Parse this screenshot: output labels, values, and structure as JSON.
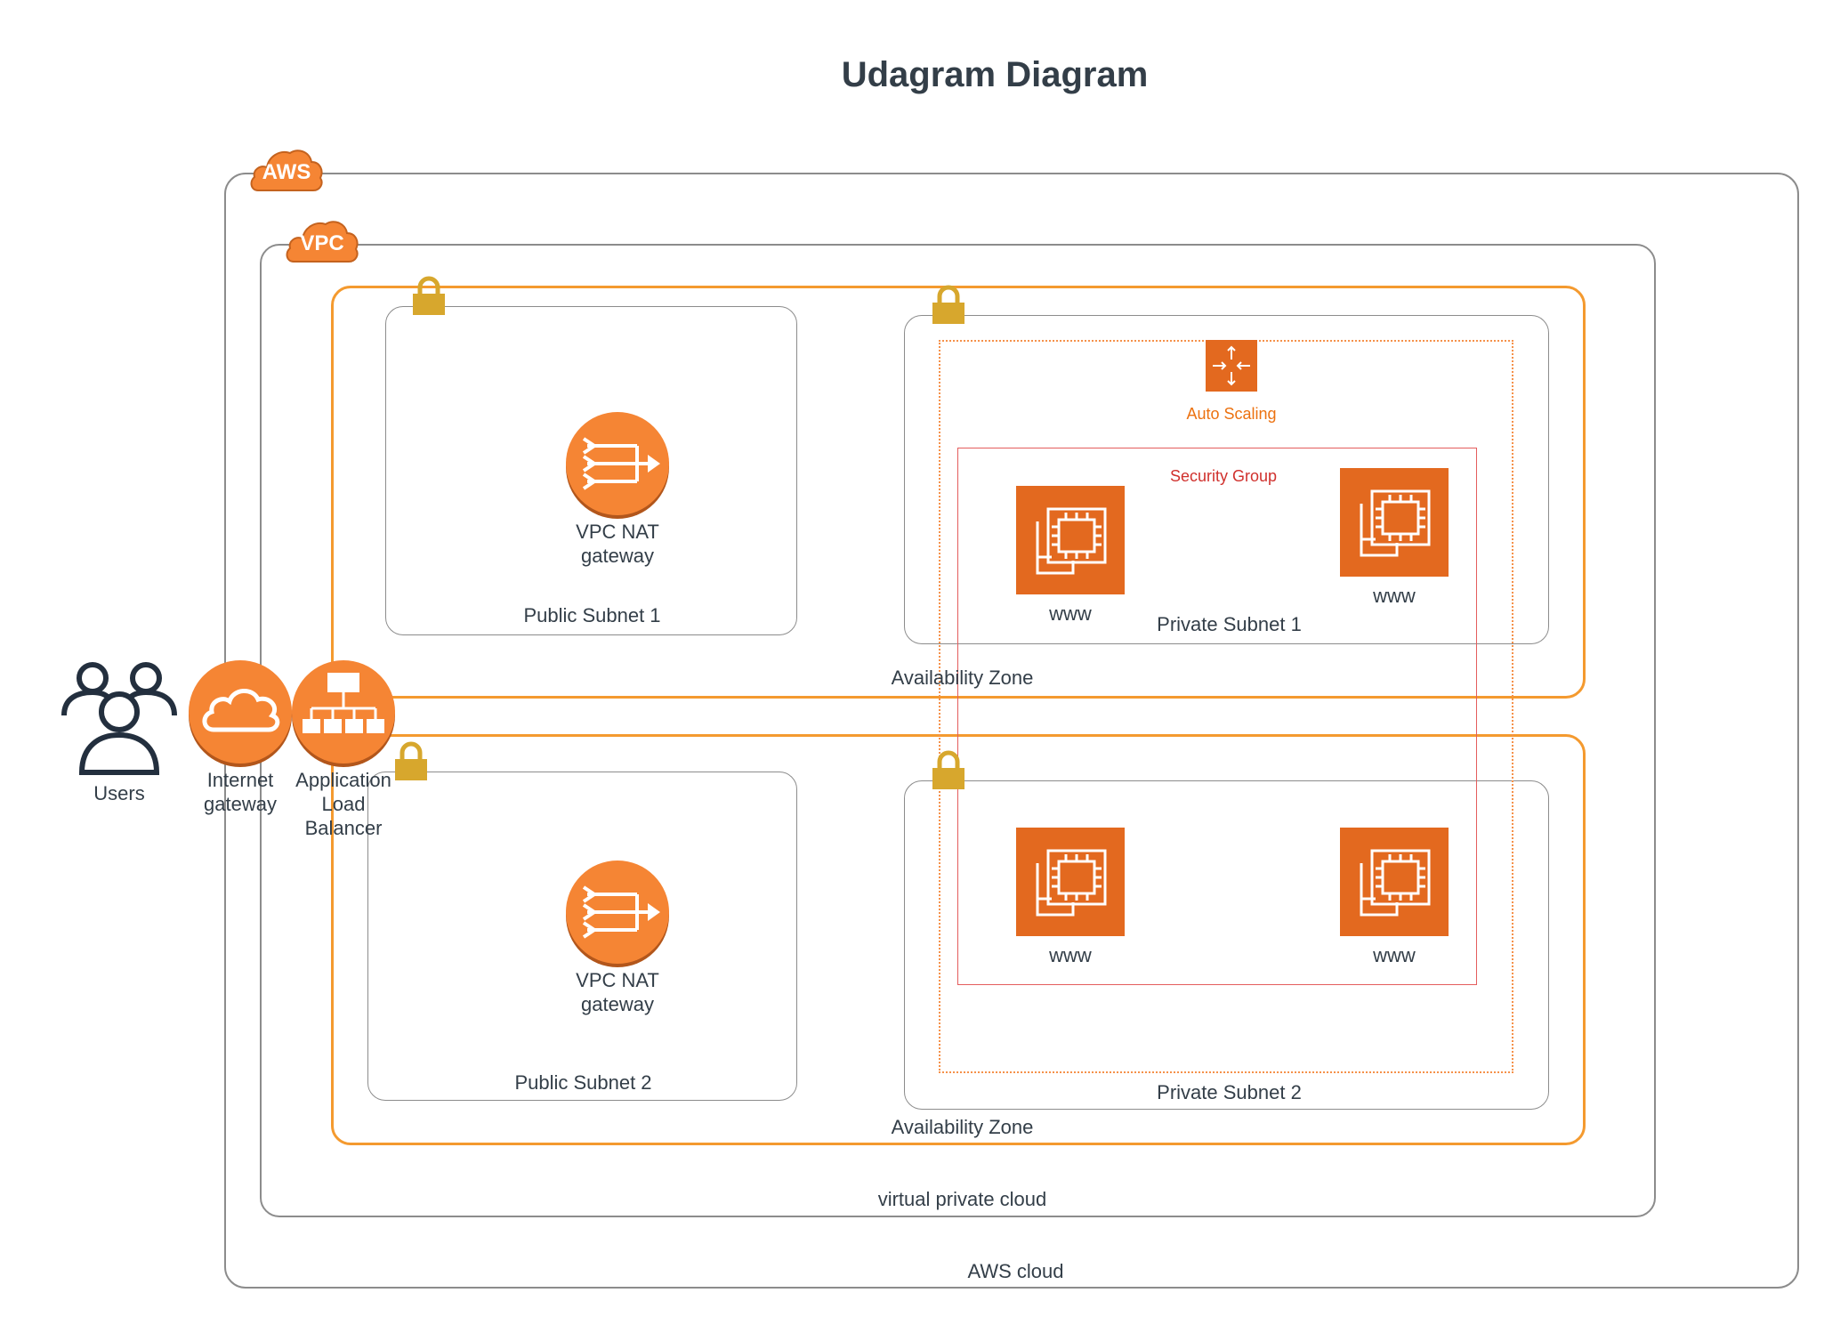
{
  "title": "Udagram Diagram",
  "badges": {
    "aws": "AWS",
    "vpc": "VPC"
  },
  "containers": {
    "aws_cloud": "AWS cloud",
    "vpc": "virtual private cloud",
    "az1": "Availability Zone",
    "az2": "Availability Zone",
    "public_subnet_1": "Public Subnet 1",
    "public_subnet_2": "Public Subnet 2",
    "private_subnet_1": "Private Subnet 1",
    "private_subnet_2": "Private Subnet  2",
    "auto_scaling": "Auto Scaling",
    "security_group": "Security Group"
  },
  "nodes": {
    "users": "Users",
    "internet_gateway_line1": "Internet",
    "internet_gateway_line2": "gateway",
    "alb_line1": "Application",
    "alb_line2": "Load",
    "alb_line3": "Balancer",
    "nat1_line1": "VPC NAT",
    "nat1_line2": "gateway",
    "nat2_line1": "VPC NAT",
    "nat2_line2": "gateway",
    "ec2_1": "www",
    "ec2_2": "www",
    "ec2_3": "www",
    "ec2_4": "www"
  },
  "colors": {
    "aws_orange": "#f58534",
    "ec2_orange": "#e3691f",
    "az_border": "#f49a2f",
    "lock_gold": "#d7a72d",
    "security_group_red": "#e45d5d",
    "dark_text": "#333e48"
  },
  "icons": {
    "users": "users-icon",
    "internet_gateway": "cloud-icon",
    "alb": "load-balancer-icon",
    "nat": "nat-gateway-icon",
    "ec2": "ec2-chip-icon",
    "auto_scaling": "auto-scaling-icon",
    "lock": "lock-icon"
  }
}
